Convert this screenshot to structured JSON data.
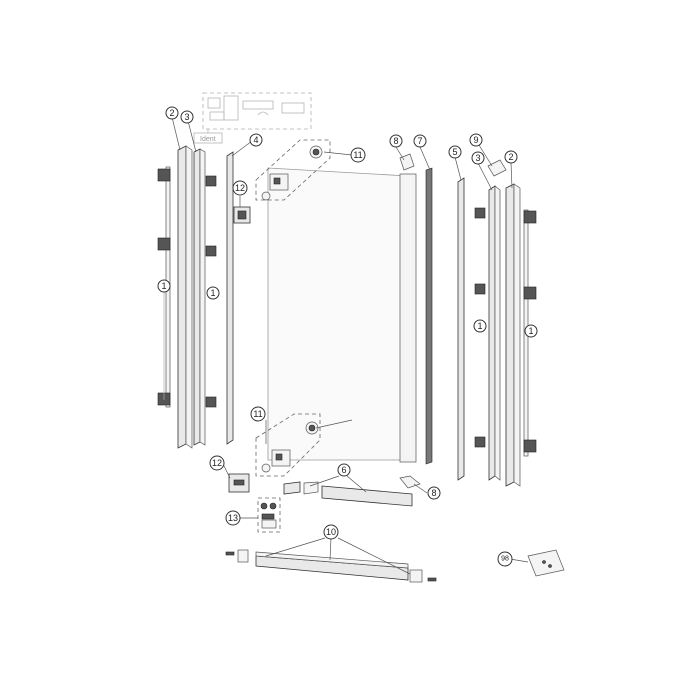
{
  "diagram": {
    "ident_label": "Ident",
    "callouts": [
      {
        "id": "c2-left",
        "label": "2"
      },
      {
        "id": "c3-left",
        "label": "3"
      },
      {
        "id": "c4",
        "label": "4"
      },
      {
        "id": "c1-a",
        "label": "1"
      },
      {
        "id": "c1-b",
        "label": "1"
      },
      {
        "id": "c12-top",
        "label": "12"
      },
      {
        "id": "c11-top",
        "label": "11"
      },
      {
        "id": "c11-bottom",
        "label": "11"
      },
      {
        "id": "c12-bottom",
        "label": "12"
      },
      {
        "id": "c13",
        "label": "13"
      },
      {
        "id": "c6",
        "label": "6"
      },
      {
        "id": "c10",
        "label": "10"
      },
      {
        "id": "c8-top",
        "label": "8"
      },
      {
        "id": "c7",
        "label": "7"
      },
      {
        "id": "c8-bottom",
        "label": "8"
      },
      {
        "id": "c5",
        "label": "5"
      },
      {
        "id": "c9",
        "label": "9"
      },
      {
        "id": "c3-right",
        "label": "3"
      },
      {
        "id": "c2-right",
        "label": "2"
      },
      {
        "id": "c1-c",
        "label": "1"
      },
      {
        "id": "c1-d",
        "label": "1"
      },
      {
        "id": "c98",
        "label": "98"
      }
    ]
  }
}
